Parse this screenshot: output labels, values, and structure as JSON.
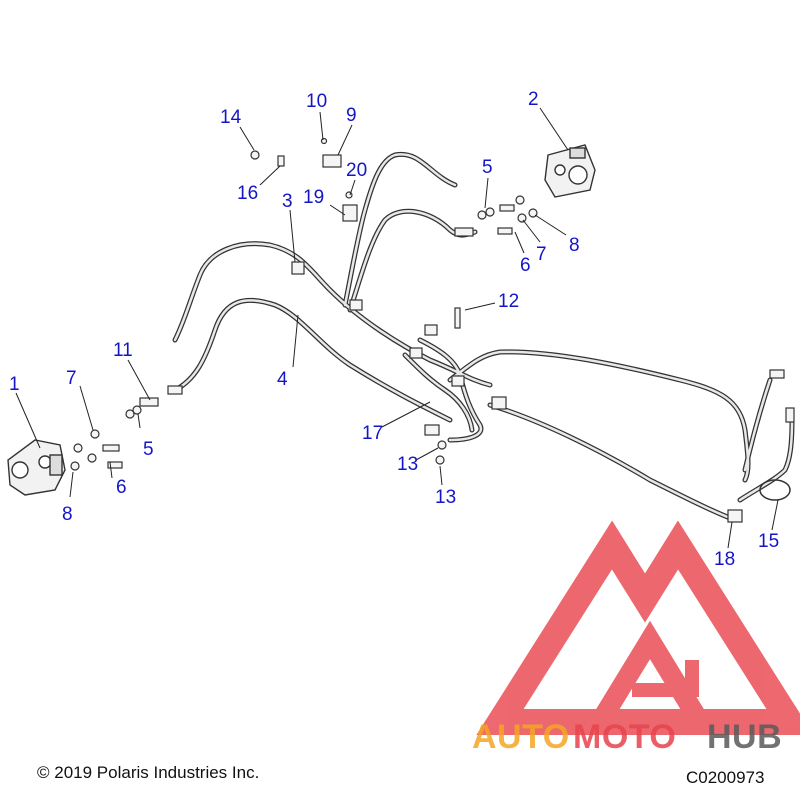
{
  "colors": {
    "callout": "#1515c8",
    "line": "#222222",
    "part_stroke": "#333333",
    "hose_fill": "#e6e6e6",
    "logo_red": "#e8434b",
    "logo_orange": "#f5a623",
    "logo_gray": "#5a5a5a"
  },
  "callouts": {
    "c1": "1",
    "c2": "2",
    "c3": "3",
    "c4": "4",
    "c5a": "5",
    "c5b": "5",
    "c6a": "6",
    "c6b": "6",
    "c7a": "7",
    "c7b": "7",
    "c8a": "8",
    "c8b": "8",
    "c9": "9",
    "c10": "10",
    "c11": "11",
    "c12": "12",
    "c13a": "13",
    "c13b": "13",
    "c14": "14",
    "c15": "15",
    "c16": "16",
    "c17": "17",
    "c18": "18",
    "c19": "19",
    "c20": "20"
  },
  "footer": {
    "copyright": "© 2019 Polaris Industries Inc.",
    "diagram_code": "C0200973"
  },
  "watermark": {
    "word_part1": "AUTO",
    "word_part2": "MOTO",
    "word_part3": "HUB"
  }
}
